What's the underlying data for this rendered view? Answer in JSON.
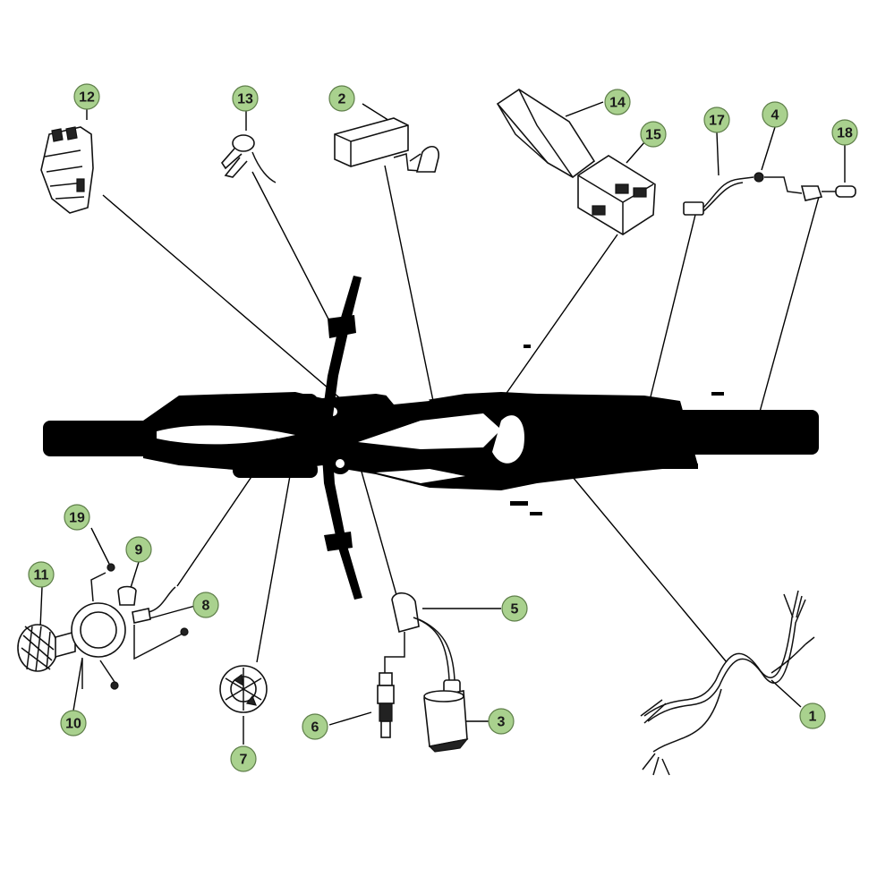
{
  "callouts": [
    {
      "id": "c1",
      "label": "1"
    },
    {
      "id": "c2",
      "label": "2"
    },
    {
      "id": "c3",
      "label": "3"
    },
    {
      "id": "c4",
      "label": "4"
    },
    {
      "id": "c5",
      "label": "5"
    },
    {
      "id": "c6",
      "label": "6"
    },
    {
      "id": "c7",
      "label": "7"
    },
    {
      "id": "c8",
      "label": "8"
    },
    {
      "id": "c9",
      "label": "9"
    },
    {
      "id": "c10",
      "label": "10"
    },
    {
      "id": "c11",
      "label": "11"
    },
    {
      "id": "c12",
      "label": "12"
    },
    {
      "id": "c13",
      "label": "13"
    },
    {
      "id": "c14",
      "label": "14"
    },
    {
      "id": "c15",
      "label": "15"
    },
    {
      "id": "c16",
      "label": "17"
    },
    {
      "id": "c17",
      "label": "18"
    },
    {
      "id": "c18",
      "label": "19"
    }
  ],
  "colors": {
    "callout_fill": "#a9d18e",
    "callout_stroke": "#5f7f4a",
    "ink": "#000000"
  }
}
